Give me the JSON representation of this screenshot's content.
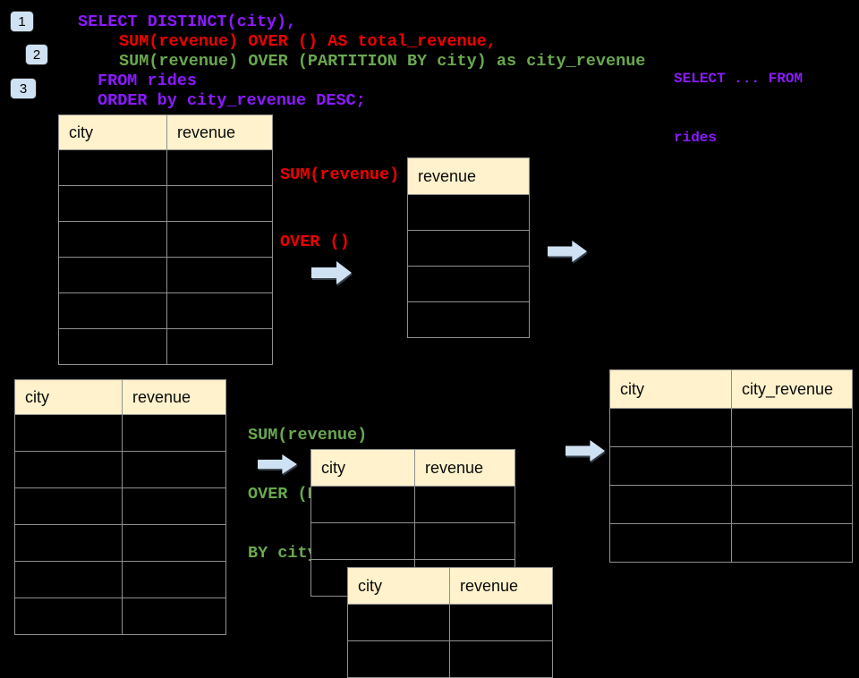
{
  "colors": {
    "purple": "#8c1aff",
    "red": "#ee0000",
    "green": "#6aa84f",
    "cream": "#fff2cc",
    "arrow": "#cfe2f3",
    "badge": "#cfe2f3",
    "border": "#909090",
    "background": "#000000"
  },
  "badges": [
    "1",
    "2",
    "3"
  ],
  "sql": {
    "lines": [
      "SELECT DISTINCT(city),",
      "SUM(revenue) OVER () AS total_revenue,",
      "SUM(revenue) OVER (PARTITION BY city) as city_revenue",
      "FROM rides",
      "ORDER by city_revenue DESC;"
    ]
  },
  "side_note": {
    "line1": "SELECT ... FROM",
    "line2": "rides"
  },
  "annotation_total": {
    "line1": "SUM(revenue)",
    "line2": "OVER ()"
  },
  "annotation_partition": {
    "line1": "SUM(revenue)",
    "line2": "OVER (PARTITION",
    "line3": "BY city)"
  },
  "tables": {
    "source_top": {
      "headers": [
        "city",
        "revenue"
      ],
      "row_count": 6
    },
    "revenue_only": {
      "headers": [
        "revenue"
      ],
      "row_count": 4
    },
    "source_bottom": {
      "headers": [
        "city",
        "revenue"
      ],
      "row_count": 6
    },
    "partition_mid": {
      "headers": [
        "city",
        "revenue"
      ],
      "row_count": 3
    },
    "partition_overlap": {
      "headers": [
        "city",
        "revenue"
      ],
      "row_count": 2
    },
    "result": {
      "headers": [
        "city",
        "city_revenue"
      ],
      "row_count": 4
    }
  }
}
